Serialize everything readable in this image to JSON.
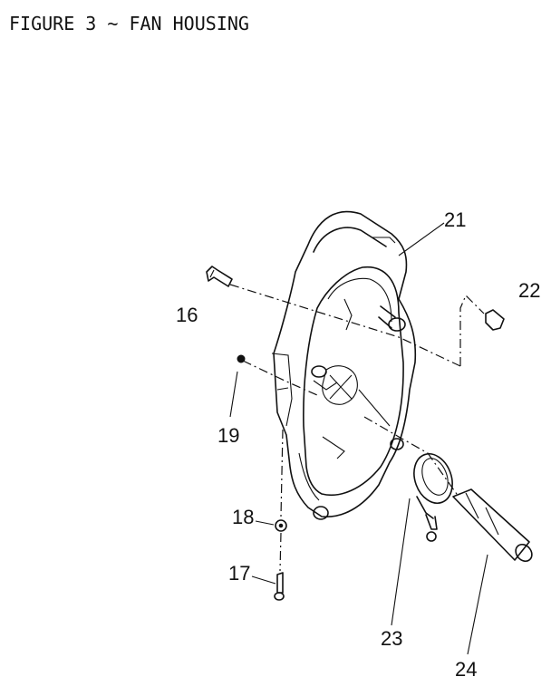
{
  "title": "FIGURE 3 ~ FAN HOUSING",
  "callouts": {
    "p16": "16",
    "p17": "17",
    "p18": "18",
    "p19": "19",
    "p21": "21",
    "p22": "22",
    "p23": "23",
    "p24": "24"
  },
  "colors": {
    "ink": "#111111",
    "paper": "#ffffff"
  }
}
